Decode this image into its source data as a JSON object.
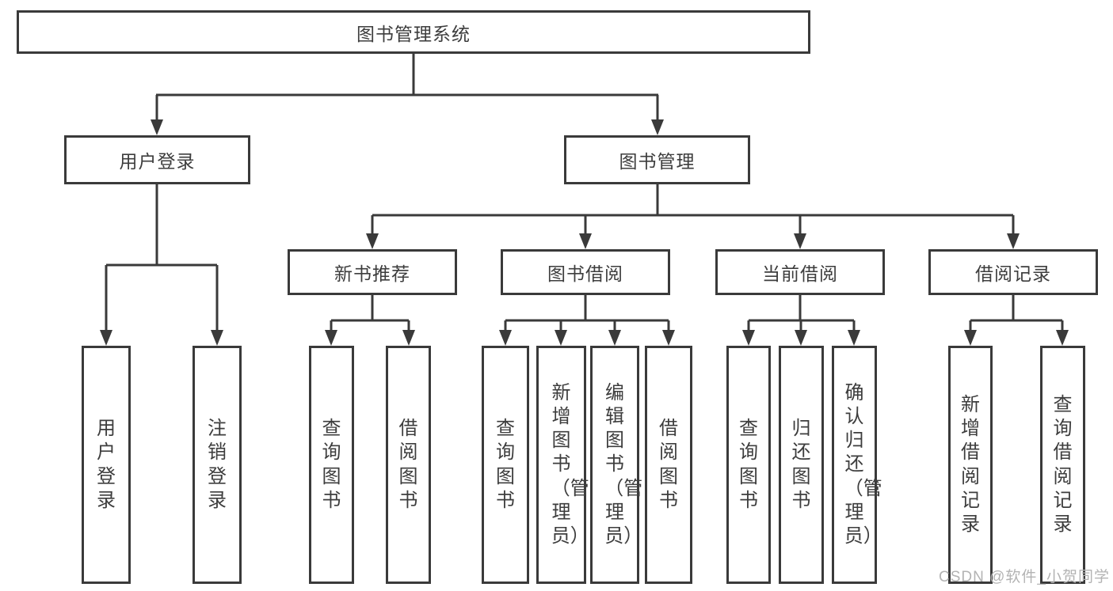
{
  "tree": {
    "label": "图书管理系统",
    "children": [
      {
        "label": "用户登录",
        "children": [
          {
            "label": "用户登录"
          },
          {
            "label": "注销登录"
          }
        ]
      },
      {
        "label": "图书管理",
        "children": [
          {
            "label": "新书推荐",
            "children": [
              {
                "label": "查询图书"
              },
              {
                "label": "借阅图书"
              }
            ]
          },
          {
            "label": "图书借阅",
            "children": [
              {
                "label": "查询图书"
              },
              {
                "label": "新增图书（管理员）"
              },
              {
                "label": "编辑图书（管理员）"
              },
              {
                "label": "借阅图书"
              }
            ]
          },
          {
            "label": "当前借阅",
            "children": [
              {
                "label": "查询图书"
              },
              {
                "label": "归还图书"
              },
              {
                "label": "确认归还（管理员）"
              }
            ]
          },
          {
            "label": "借阅记录",
            "children": [
              {
                "label": "新增借阅记录"
              },
              {
                "label": "查询借阅记录"
              }
            ]
          }
        ]
      }
    ]
  },
  "watermark": "CSDN @软件_小贺同学",
  "colors": {
    "line": "#3a3a3a",
    "text": "#3d3d3d",
    "watermark": "#b3b3b3",
    "background": "#ffffff"
  }
}
